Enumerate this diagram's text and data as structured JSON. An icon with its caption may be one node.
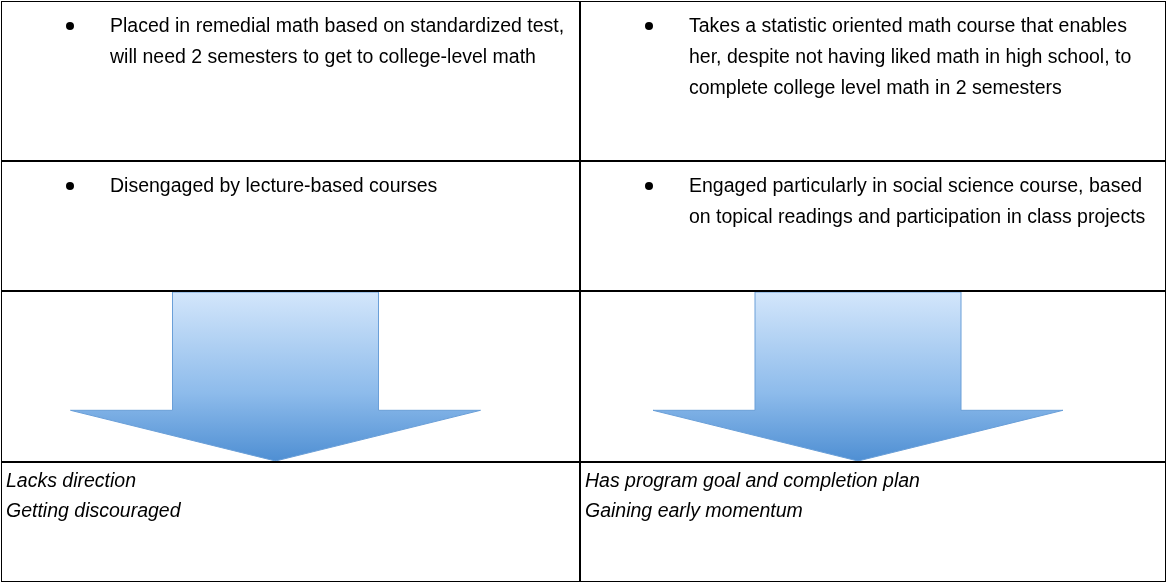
{
  "diagram": {
    "nodes": [
      {
        "text": [
          "Placed in remedial math based on standardized test, will need 2 semesters to get to college-level math"
        ]
      },
      {
        "text": [
          "Takes a statistic oriented math course that enables her, despite not having liked math in high school, to complete college level math in 2 semesters"
        ]
      },
      {
        "text": [
          "Disengaged by lecture-based courses"
        ]
      },
      {
        "text": [
          "Engaged particularly in social science course, based on topical readings and participation in class projects"
        ]
      },
      {
        "text": [
          "Lacks direction",
          "Getting discouraged"
        ]
      },
      {
        "text": [
          "Has program goal and completion plan",
          "Gaining early momentum"
        ]
      }
    ],
    "edges": [
      {
        "from": 2,
        "to": 4,
        "arrow": "to"
      },
      {
        "from": 3,
        "to": 5,
        "arrow": "to"
      }
    ]
  }
}
